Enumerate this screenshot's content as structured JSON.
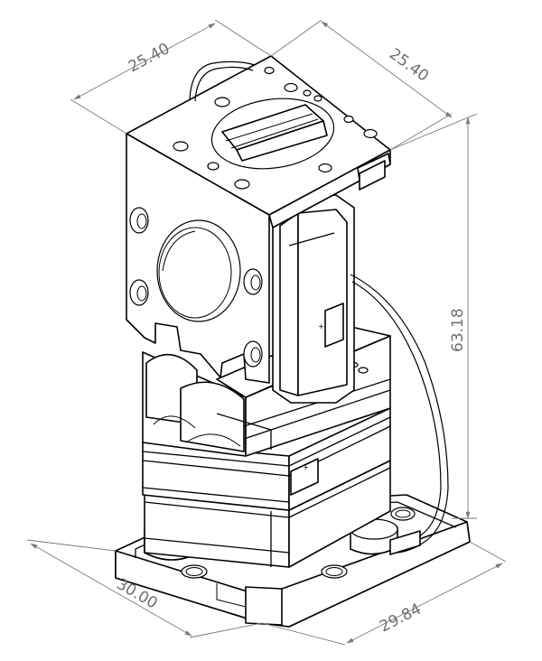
{
  "dimensions": {
    "top_left_width": "25.40",
    "top_right_depth": "25.40",
    "overall_height": "63.18",
    "base_width": "30.00",
    "base_depth": "29.84"
  },
  "colors": {
    "line": "#000000",
    "dimension": "#7a7a7a",
    "background": "#ffffff"
  }
}
